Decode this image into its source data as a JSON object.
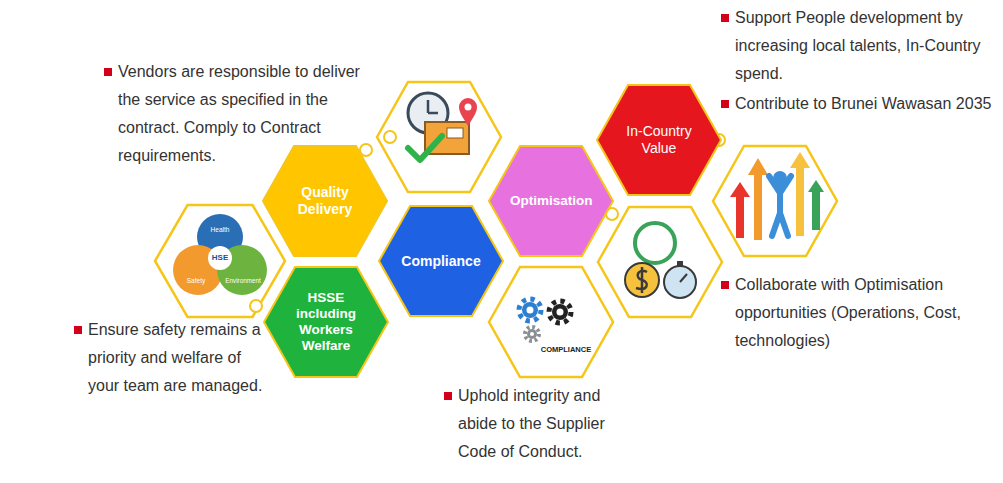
{
  "diagram": {
    "nodes": [
      {
        "text": [
          "Quality Delivery"
        ]
      },
      {
        "text": [
          "Optimisation"
        ]
      },
      {
        "text": [
          "In-Country Value"
        ]
      },
      {
        "text": [
          "Compliance"
        ]
      },
      {
        "text": [
          "HSSE including Workers Welfare"
        ]
      }
    ],
    "labels": [
      "Support People development by increasing local talents, In-Country spend.",
      "Contribute to Brunei Wawasan 2035",
      "Vendors are responsible to deliver the service as specified in the contract. Comply to Contract requirements.",
      "Collaborate with Optimisation opportunities (Operations, Cost, technologies)",
      "Ensure safety remains a priority and welfare of your team are managed.",
      "Uphold integrity and abide to the Supplier Code of Conduct.",
      "Health",
      "HSE",
      "Safety",
      "Environment",
      "COMPLIANCE"
    ]
  }
}
